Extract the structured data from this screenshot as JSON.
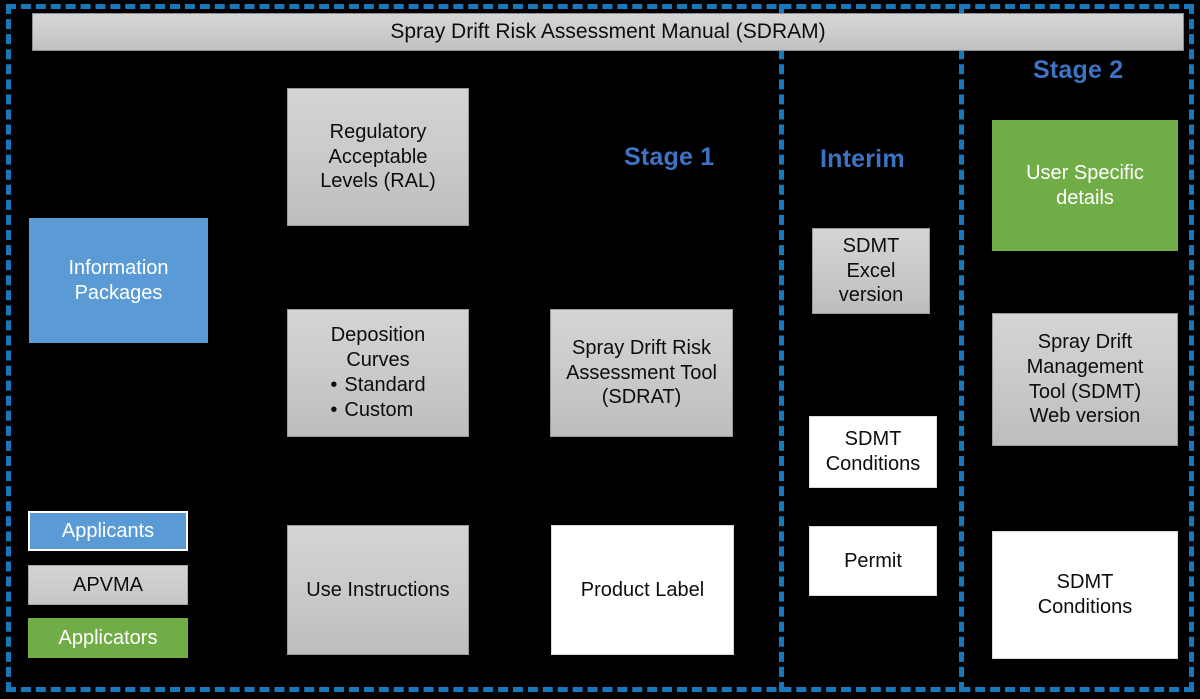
{
  "title_banner": {
    "text": "Spray Drift Risk Assessment Manual (SDRAM)"
  },
  "stage_labels": [
    {
      "name": "stage-1",
      "text": "Stage 1"
    },
    {
      "name": "interim",
      "text": "Interim"
    },
    {
      "name": "stage-2",
      "text": "Stage 2"
    }
  ],
  "colors": {
    "accent_blue": "#5B9BD5",
    "dashed_blue": "#1878BE",
    "stage_text_blue": "#3D73C4",
    "green": "#70AD47",
    "grey": "#C9C9C9",
    "white": "#FFFFFF",
    "background": "#000000"
  },
  "boxes": {
    "information_packages": {
      "text": "Information Packages",
      "style": "blue"
    },
    "regulatory_acceptable_levels": {
      "lines": [
        "Regulatory",
        "Acceptable",
        "Levels (RAL)"
      ],
      "style": "grey"
    },
    "deposition_curves": {
      "heading": [
        "Deposition",
        "Curves"
      ],
      "bullets": [
        "Standard",
        "Custom"
      ],
      "style": "grey"
    },
    "use_instructions": {
      "text": "Use Instructions",
      "style": "grey"
    },
    "sdrat": {
      "lines": [
        "Spray Drift Risk",
        "Assessment Tool",
        "(SDRAT)"
      ],
      "style": "grey"
    },
    "product_label": {
      "text": "Product Label",
      "style": "white"
    },
    "sdmt_excel_version": {
      "lines": [
        "SDMT",
        "Excel",
        "version"
      ],
      "style": "grey"
    },
    "sdmt_conditions_interim": {
      "lines": [
        "SDMT",
        "Conditions"
      ],
      "style": "white"
    },
    "permit": {
      "text": "Permit",
      "style": "white"
    },
    "user_specific_details": {
      "lines": [
        "User Specific",
        "details"
      ],
      "style": "green"
    },
    "sdmt_web_version": {
      "lines": [
        "Spray Drift",
        "Management",
        "Tool (SDMT)",
        "Web version"
      ],
      "style": "grey"
    },
    "sdmt_conditions_stage2": {
      "lines": [
        "SDMT",
        "Conditions"
      ],
      "style": "white"
    }
  },
  "legend": [
    {
      "label": "Applicants",
      "style": "blue"
    },
    {
      "label": "APVMA",
      "style": "grey"
    },
    {
      "label": "Applicators",
      "style": "green"
    }
  ]
}
